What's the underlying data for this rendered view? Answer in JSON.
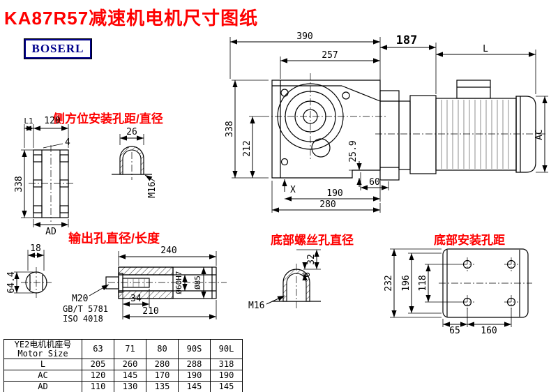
{
  "page": {
    "title": "KA87R57减速机电机尺寸图纸",
    "brand": "BOSERL"
  },
  "labels": {
    "side_mount": "侧方位安装孔距/直径",
    "output": "输出孔直径/长度",
    "bottom_screw": "底部螺丝孔直径",
    "bottom_mount": "底部安装孔距"
  },
  "main_view": {
    "top_width": "390",
    "inner_width": "257",
    "flange_width": "187",
    "motor_length": "L",
    "total_height": "338",
    "axis_height": "212",
    "foot_offset": "25.9",
    "bolt_span": "60",
    "foot_span": "190",
    "base_width": "280",
    "ref_point": "X",
    "motor_diameter": "AC"
  },
  "side_view": {
    "l1": "L1",
    "w120": "120",
    "t4": "4",
    "h338": "338",
    "ad": "AD",
    "slot_width": "26",
    "thread": "M16"
  },
  "output_view": {
    "key_width": "18",
    "key_height": "64.4",
    "len240": "240",
    "len34": "34",
    "len210": "210",
    "bore": "Ø60H7",
    "hub": "Ø85",
    "bolt": "M20",
    "std1": "GB/T 5781",
    "std2": "ISO 4018"
  },
  "bottom_screw_view": {
    "depth": "32",
    "pitch": "6",
    "thread": "M16"
  },
  "bottom_mount_view": {
    "h232": "232",
    "h196": "196",
    "h118": "118",
    "w65": "65",
    "w160": "160"
  },
  "table": {
    "header_cn": "YE2电机机座号",
    "header_en": "Motor Size",
    "sizes": [
      "63",
      "71",
      "80",
      "90S",
      "90L"
    ],
    "rows": [
      {
        "label": "L",
        "values": [
          "205",
          "260",
          "280",
          "288",
          "318"
        ]
      },
      {
        "label": "AC",
        "values": [
          "120",
          "145",
          "170",
          "190",
          "190"
        ]
      },
      {
        "label": "AD",
        "values": [
          "110",
          "130",
          "135",
          "145",
          "145"
        ]
      }
    ]
  }
}
